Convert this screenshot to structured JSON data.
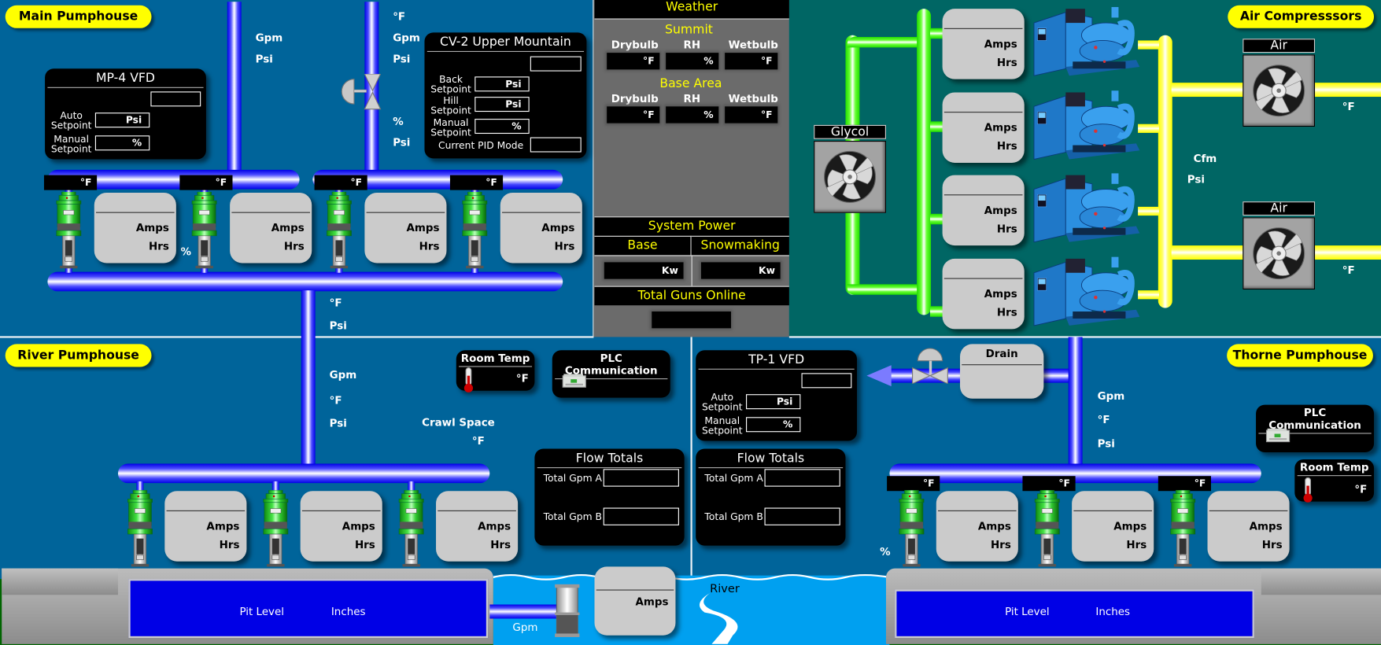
{
  "regions": {
    "main_pumphouse": {
      "title": "Main Pumphouse",
      "main_line_readings": {
        "flow_unit": "Gpm",
        "pressure_unit": "Psi"
      },
      "cv2_line_readings": {
        "temp_unit": "°F",
        "flow_unit": "Gpm",
        "pressure_unit": "Psi",
        "valve_pct_unit": "%",
        "valve_pressure_unit": "Psi"
      },
      "header_readings": {
        "temp_unit": "°F",
        "pressure_unit": "Psi"
      },
      "speed_unit": "%",
      "mp4_vfd": {
        "title": "MP-4 VFD",
        "status_value": "",
        "auto_setpoint_label_1": "Auto",
        "auto_setpoint_label_2": "Setpoint",
        "auto_setpoint_unit": "Psi",
        "manual_setpoint_label_1": "Manual",
        "manual_setpoint_label_2": "Setpoint",
        "manual_setpoint_unit": "%"
      },
      "cv2": {
        "title": "CV-2 Upper Mountain",
        "status_value": "",
        "back_setpoint_label_1": "Back",
        "back_setpoint_label_2": "Setpoint",
        "back_setpoint_unit": "Psi",
        "hill_setpoint_label_1": "Hill",
        "hill_setpoint_label_2": "Setpoint",
        "hill_setpoint_unit": "Psi",
        "manual_setpoint_label_1": "Manual",
        "manual_setpoint_label_2": "Setpoint",
        "manual_setpoint_unit": "%",
        "pid_mode_label": "Current PID Mode",
        "pid_mode_value": ""
      },
      "pumps": [
        {
          "temp_unit": "°F",
          "amps_unit": "Amps",
          "hours_unit": "Hrs",
          "name": ""
        },
        {
          "temp_unit": "°F",
          "amps_unit": "Amps",
          "hours_unit": "Hrs",
          "name": ""
        },
        {
          "temp_unit": "°F",
          "amps_unit": "Amps",
          "hours_unit": "Hrs",
          "name": ""
        },
        {
          "temp_unit": "°F",
          "amps_unit": "Amps",
          "hours_unit": "Hrs",
          "name": ""
        }
      ]
    },
    "weather": {
      "title": "Weather",
      "summit": {
        "title": "Summit",
        "drybulb_label": "Drybulb",
        "rh_label": "RH",
        "wetbulb_label": "Wetbulb",
        "drybulb_unit": "°F",
        "rh_unit": "%",
        "wetbulb_unit": "°F"
      },
      "base_area": {
        "title": "Base Area",
        "drybulb_label": "Drybulb",
        "rh_label": "RH",
        "wetbulb_label": "Wetbulb",
        "drybulb_unit": "°F",
        "rh_unit": "%",
        "wetbulb_unit": "°F"
      },
      "system_power": {
        "title": "System Power",
        "base_label": "Base",
        "snowmaking_label": "Snowmaking",
        "base_unit": "Kw",
        "snowmaking_unit": "Kw"
      },
      "total_guns": {
        "title": "Total Guns Online",
        "value": ""
      }
    },
    "air_compressors": {
      "title": "Air Compresssors",
      "glycol_label": "Glycol",
      "compressors": [
        {
          "amps_unit": "Amps",
          "hours_unit": "Hrs",
          "name": ""
        },
        {
          "amps_unit": "Amps",
          "hours_unit": "Hrs",
          "name": ""
        },
        {
          "amps_unit": "Amps",
          "hours_unit": "Hrs",
          "name": ""
        },
        {
          "amps_unit": "Amps",
          "hours_unit": "Hrs",
          "name": ""
        }
      ],
      "header_readings": {
        "flow_unit": "Cfm",
        "pressure_unit": "Psi"
      },
      "coolers": [
        {
          "label": "Air",
          "temp_unit": "°F"
        },
        {
          "label": "Air",
          "temp_unit": "°F"
        }
      ]
    },
    "river_pumphouse": {
      "title": "River Pumphouse",
      "line_readings": {
        "flow_unit": "Gpm",
        "temp_unit": "°F",
        "pressure_unit": "Psi"
      },
      "crawl_space": {
        "label": "Crawl Space",
        "temp_unit": "°F"
      },
      "room_temp": {
        "title": "Room Temp",
        "unit": "°F"
      },
      "plc": {
        "title": "PLC Communication"
      },
      "flow_totals": {
        "title": "Flow Totals",
        "a_label": "Total Gpm A",
        "b_label": "Total Gpm B",
        "a_value": "",
        "b_value": ""
      },
      "pumps": [
        {
          "amps_unit": "Amps",
          "hours_unit": "Hrs",
          "name": ""
        },
        {
          "amps_unit": "Amps",
          "hours_unit": "Hrs",
          "name": ""
        },
        {
          "amps_unit": "Amps",
          "hours_unit": "Hrs",
          "name": ""
        }
      ],
      "pit": {
        "label": "Pit Level",
        "unit": "Inches"
      },
      "river_pump": {
        "amps_unit": "Amps",
        "flow_unit": "Gpm"
      },
      "river_label": "River"
    },
    "thorne_pumphouse": {
      "title": "Thorne Pumphouse",
      "line_readings": {
        "flow_unit": "Gpm",
        "temp_unit": "°F",
        "pressure_unit": "Psi"
      },
      "speed_unit": "%",
      "tp1_vfd": {
        "title": "TP-1 VFD",
        "status_value": "",
        "auto_setpoint_label_1": "Auto",
        "auto_setpoint_label_2": "Setpoint",
        "auto_setpoint_unit": "Psi",
        "manual_setpoint_label_1": "Manual",
        "manual_setpoint_label_2": "Setpoint",
        "manual_setpoint_unit": "%"
      },
      "drain": {
        "title": "Drain"
      },
      "flow_totals": {
        "title": "Flow Totals",
        "a_label": "Total Gpm A",
        "b_label": "Total Gpm B",
        "a_value": "",
        "b_value": ""
      },
      "plc": {
        "title": "PLC Communication"
      },
      "room_temp": {
        "title": "Room Temp",
        "unit": "°F"
      },
      "pumps": [
        {
          "temp_unit": "°F",
          "amps_unit": "Amps",
          "hours_unit": "Hrs",
          "name": ""
        },
        {
          "temp_unit": "°F",
          "amps_unit": "Amps",
          "hours_unit": "Hrs",
          "name": ""
        },
        {
          "temp_unit": "°F",
          "amps_unit": "Amps",
          "hours_unit": "Hrs",
          "name": ""
        }
      ],
      "pit": {
        "label": "Pit Level",
        "unit": "Inches"
      }
    }
  },
  "colors": {
    "pumphouse_bg": "#00649a",
    "compressor_bg": "#006664",
    "weather_bg": "#6b6b6b",
    "title_pill": "#ffff00",
    "water_pipe": "#0000e6",
    "glycol_pipe": "#22dd00",
    "air_pipe": "#ffff00",
    "river_water": "#00a0f0",
    "pit_water": "#0000e6",
    "ground": "#006400"
  }
}
